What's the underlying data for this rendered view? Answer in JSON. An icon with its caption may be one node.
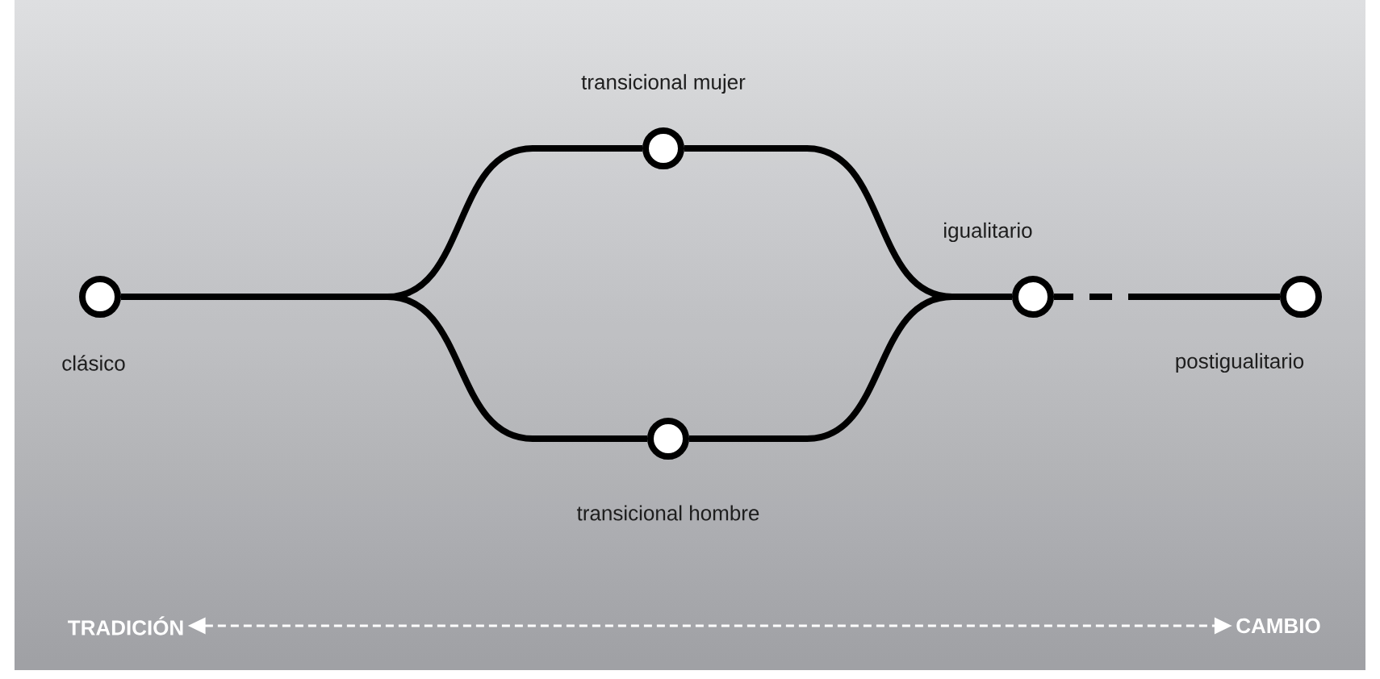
{
  "diagram": {
    "nodes": [
      {
        "text": [
          "clásico"
        ]
      },
      {
        "text": [
          "transicional mujer"
        ]
      },
      {
        "text": [
          "transicional hombre"
        ]
      },
      {
        "text": [
          "igualitario"
        ]
      },
      {
        "text": [
          "postigualitario"
        ]
      },
      {
        "text": [
          "TRADICIÓN"
        ]
      },
      {
        "text": [
          "CAMBIO"
        ]
      }
    ],
    "edges": [
      {
        "from": 0,
        "to": 1,
        "arrow": "none"
      },
      {
        "from": 0,
        "to": 2,
        "arrow": "none"
      },
      {
        "from": 1,
        "to": 3,
        "arrow": "none"
      },
      {
        "from": 2,
        "to": 3,
        "arrow": "none"
      },
      {
        "from": 3,
        "to": 4,
        "arrow": "none",
        "style": "dashed"
      },
      {
        "from": 5,
        "to": 6,
        "arrow": "both",
        "style": "dashed",
        "color": "#ffffff"
      }
    ]
  }
}
